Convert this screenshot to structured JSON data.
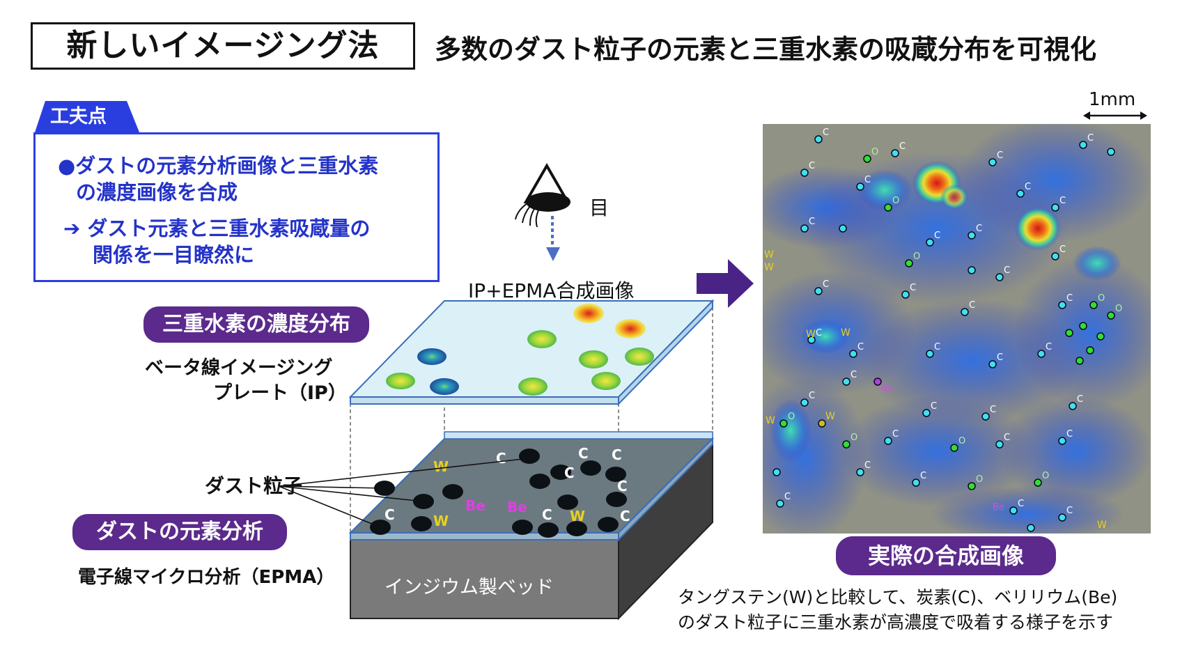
{
  "header": {
    "title": "新しいイメージング法",
    "subtitle": "多数のダスト粒子の元素と三重水素の吸蔵分布を可視化"
  },
  "kufu": {
    "tab_label": "工夫点",
    "bullet1_line1": "●ダストの元素分析画像と三重水素",
    "bullet1_line2": "の濃度画像を合成",
    "bullet2_line1": "➔ ダスト元素と三重水素吸蔵量の",
    "bullet2_line2": "関係を一目瞭然に"
  },
  "diagram": {
    "eye_label": "目",
    "composite_label": "IP+EPMA合成画像",
    "tritium_pill": "三重水素の濃度分布",
    "ip_line1": "ベータ線イメージング",
    "ip_line2": "プレート（IP）",
    "dust_label": "ダスト粒子",
    "element_pill": "ダストの元素分析",
    "epma_label": "電子線マイクロ分析（EPMA）",
    "bed_label": "インジウム製ベッド",
    "element_tags": [
      "W",
      "C",
      "C",
      "C",
      "C",
      "C",
      "Be",
      "Be",
      "C",
      "W",
      "C",
      "W",
      "C"
    ]
  },
  "result": {
    "scale_label": "1mm",
    "pill": "実際の合成画像",
    "caption_line1": "タングステン(W)と比較して、炭素(C)、ベリリウム(Be)",
    "caption_line2": "のダスト粒子に三重水素が高濃度で吸着する様子を示す"
  },
  "colors": {
    "accent_blue": "#2a3ee0",
    "pill_purple": "#5b2a8c",
    "arrow_purple": "#4a2387",
    "plate_blue": "#d8eef8",
    "bed_gray": "#777777"
  }
}
